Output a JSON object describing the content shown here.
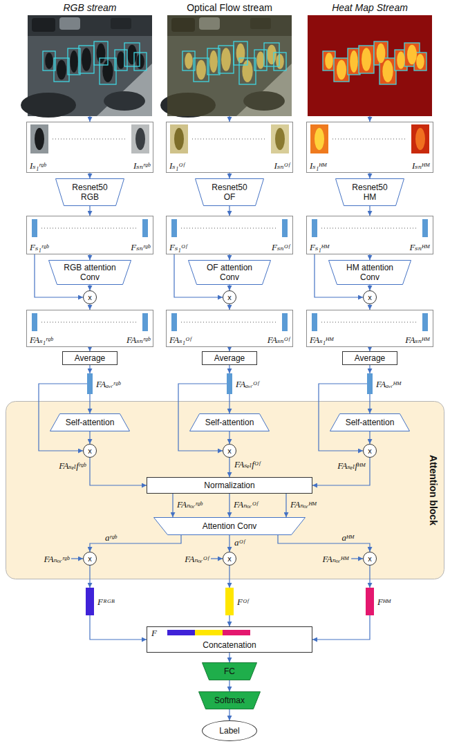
{
  "diagram": {
    "nodes": [
      {
        "text": [
          "RGB stream"
        ]
      },
      {
        "text": [
          "Optical Flow stream"
        ]
      },
      {
        "text": [
          "Heat Map Stream"
        ]
      },
      {
        "text": [
          "Iₛ₁ʳᵍᵇ",
          "Iₛₙʳᵍᵇ"
        ]
      },
      {
        "text": [
          "Iₛ₁ᴼᶠ",
          "Iₛₙᴼᶠ"
        ]
      },
      {
        "text": [
          "Iₛ₁ᴴᴹ",
          "Iₛₙᴴᴹ"
        ]
      },
      {
        "text": [
          "Resnet50 RGB"
        ]
      },
      {
        "text": [
          "Resnet50 OF"
        ]
      },
      {
        "text": [
          "Resnet50 HM"
        ]
      },
      {
        "text": [
          "Fₛ₁ʳᵍᵇ",
          "Fₛₙʳᵍᵇ"
        ]
      },
      {
        "text": [
          "Fₛ₁ᴼᶠ",
          "Fₛₙᴼᶠ"
        ]
      },
      {
        "text": [
          "Fₛ₁ᴴᴹ",
          "Fₛₙᴴᴹ"
        ]
      },
      {
        "text": [
          "RGB attention Conv"
        ]
      },
      {
        "text": [
          "OF attention Conv"
        ]
      },
      {
        "text": [
          "HM attention Conv"
        ]
      },
      {
        "text": [
          "x"
        ]
      },
      {
        "text": [
          "x"
        ]
      },
      {
        "text": [
          "x"
        ]
      },
      {
        "text": [
          "FAₛ₁ʳᵍᵇ",
          "FAₛₙʳᵍᵇ"
        ]
      },
      {
        "text": [
          "FAₛ₁ᴼᶠ",
          "FAₛₙᴼᶠ"
        ]
      },
      {
        "text": [
          "FAₛ₁ᴴᴹ",
          "FAₛₙᴴᴹ"
        ]
      },
      {
        "text": [
          "Average"
        ]
      },
      {
        "text": [
          "Average"
        ]
      },
      {
        "text": [
          "Average"
        ]
      },
      {
        "text": [
          "FAₐᵥᵣʳᵍᵇ"
        ]
      },
      {
        "text": [
          "FAₐᵥᵣᴼᶠ"
        ]
      },
      {
        "text": [
          "FAₐᵥᵣᴴᴹ"
        ]
      },
      {
        "text": [
          "Attention block"
        ]
      },
      {
        "text": [
          "Self-attention"
        ],
        "in": 27
      },
      {
        "text": [
          "Self-attention"
        ],
        "in": 27
      },
      {
        "text": [
          "Self-attention"
        ],
        "in": 27
      },
      {
        "text": [
          "x"
        ],
        "in": 27
      },
      {
        "text": [
          "x"
        ],
        "in": 27
      },
      {
        "text": [
          "x"
        ],
        "in": 27
      },
      {
        "text": [
          "Normalization"
        ],
        "in": 27
      },
      {
        "text": [
          "Attention Conv"
        ],
        "in": 27
      },
      {
        "text": [
          "x"
        ],
        "in": 27
      },
      {
        "text": [
          "x"
        ],
        "in": 27
      },
      {
        "text": [
          "x"
        ],
        "in": 27
      },
      {
        "text": [
          "Fᴿᴳᴮ"
        ]
      },
      {
        "text": [
          "Fᴼᶠ"
        ]
      },
      {
        "text": [
          "Fᴴᴹ"
        ]
      },
      {
        "text": [
          "F",
          "Concatenation"
        ]
      },
      {
        "text": [
          "FC"
        ]
      },
      {
        "text": [
          "Softmax"
        ]
      },
      {
        "text": [
          "Label"
        ]
      }
    ],
    "edges": [
      {
        "from": 0,
        "to": 3,
        "arrow": "to"
      },
      {
        "from": 1,
        "to": 4,
        "arrow": "to"
      },
      {
        "from": 2,
        "to": 5,
        "arrow": "to"
      },
      {
        "from": 3,
        "to": 6,
        "arrow": "to"
      },
      {
        "from": 4,
        "to": 7,
        "arrow": "to"
      },
      {
        "from": 5,
        "to": 8,
        "arrow": "to"
      },
      {
        "from": 6,
        "to": 9,
        "arrow": "to"
      },
      {
        "from": 7,
        "to": 10,
        "arrow": "to"
      },
      {
        "from": 8,
        "to": 11,
        "arrow": "to"
      },
      {
        "from": 9,
        "to": 12,
        "arrow": "to"
      },
      {
        "from": 10,
        "to": 13,
        "arrow": "to"
      },
      {
        "from": 11,
        "to": 14,
        "arrow": "to"
      },
      {
        "from": 12,
        "to": 15,
        "arrow": "to"
      },
      {
        "from": 13,
        "to": 16,
        "arrow": "to"
      },
      {
        "from": 14,
        "to": 17,
        "arrow": "to"
      },
      {
        "from": 9,
        "to": 15,
        "arrow": "to"
      },
      {
        "from": 10,
        "to": 16,
        "arrow": "to"
      },
      {
        "from": 11,
        "to": 17,
        "arrow": "to"
      },
      {
        "from": 15,
        "to": 18,
        "arrow": "to"
      },
      {
        "from": 16,
        "to": 19,
        "arrow": "to"
      },
      {
        "from": 17,
        "to": 20,
        "arrow": "to"
      },
      {
        "from": 18,
        "to": 21,
        "arrow": "to"
      },
      {
        "from": 19,
        "to": 22,
        "arrow": "to"
      },
      {
        "from": 20,
        "to": 23,
        "arrow": "to"
      },
      {
        "from": 21,
        "to": 24,
        "arrow": "to"
      },
      {
        "from": 22,
        "to": 25,
        "arrow": "to"
      },
      {
        "from": 23,
        "to": 26,
        "arrow": "to"
      },
      {
        "from": 24,
        "to": 28,
        "arrow": "to"
      },
      {
        "from": 25,
        "to": 29,
        "arrow": "to"
      },
      {
        "from": 26,
        "to": 30,
        "arrow": "to"
      },
      {
        "from": 28,
        "to": 31,
        "arrow": "to"
      },
      {
        "from": 29,
        "to": 32,
        "arrow": "to"
      },
      {
        "from": 30,
        "to": 33,
        "arrow": "to"
      },
      {
        "from": 24,
        "to": 31,
        "arrow": "to"
      },
      {
        "from": 25,
        "to": 32,
        "arrow": "to"
      },
      {
        "from": 26,
        "to": 33,
        "arrow": "to"
      },
      {
        "from": 31,
        "to": 34,
        "arrow": "to",
        "label": "FAₛₑₗfʳᵍᵇ"
      },
      {
        "from": 32,
        "to": 34,
        "arrow": "to",
        "label": "FAₛₑₗfᴼᶠ"
      },
      {
        "from": 33,
        "to": 34,
        "arrow": "to",
        "label": "FAₛₑₗfᴴᴹ"
      },
      {
        "from": 34,
        "to": 35,
        "arrow": "to",
        "label": "FAₙₒᵣʳᵍᵇ"
      },
      {
        "from": 34,
        "to": 35,
        "arrow": "to",
        "label": "FAₙₒᵣᴼᶠ"
      },
      {
        "from": 34,
        "to": 35,
        "arrow": "to",
        "label": "FAₙₒᵣᴴᴹ"
      },
      {
        "from": 35,
        "to": 36,
        "arrow": "to",
        "label": "aʳᵍᵇ"
      },
      {
        "from": 35,
        "to": 37,
        "arrow": "to",
        "label": "aᴼᶠ"
      },
      {
        "from": 35,
        "to": 38,
        "arrow": "to",
        "label": "aᴴᴹ"
      },
      {
        "from": 36,
        "to": 39,
        "arrow": "to"
      },
      {
        "from": 37,
        "to": 40,
        "arrow": "to"
      },
      {
        "from": 38,
        "to": 41,
        "arrow": "to"
      },
      {
        "from": 39,
        "to": 42,
        "arrow": "to"
      },
      {
        "from": 40,
        "to": 42,
        "arrow": "to"
      },
      {
        "from": 41,
        "to": 42,
        "arrow": "to"
      },
      {
        "from": 42,
        "to": 43,
        "arrow": "to"
      },
      {
        "from": 43,
        "to": 44,
        "arrow": "to"
      },
      {
        "from": 44,
        "to": 45,
        "arrow": "to"
      }
    ],
    "labels": [
      "FAₙₒᵣʳᵍᵇ",
      "FAₙₒᵣᴼᶠ",
      "FAₙₒᵣᴴᴹ"
    ]
  }
}
